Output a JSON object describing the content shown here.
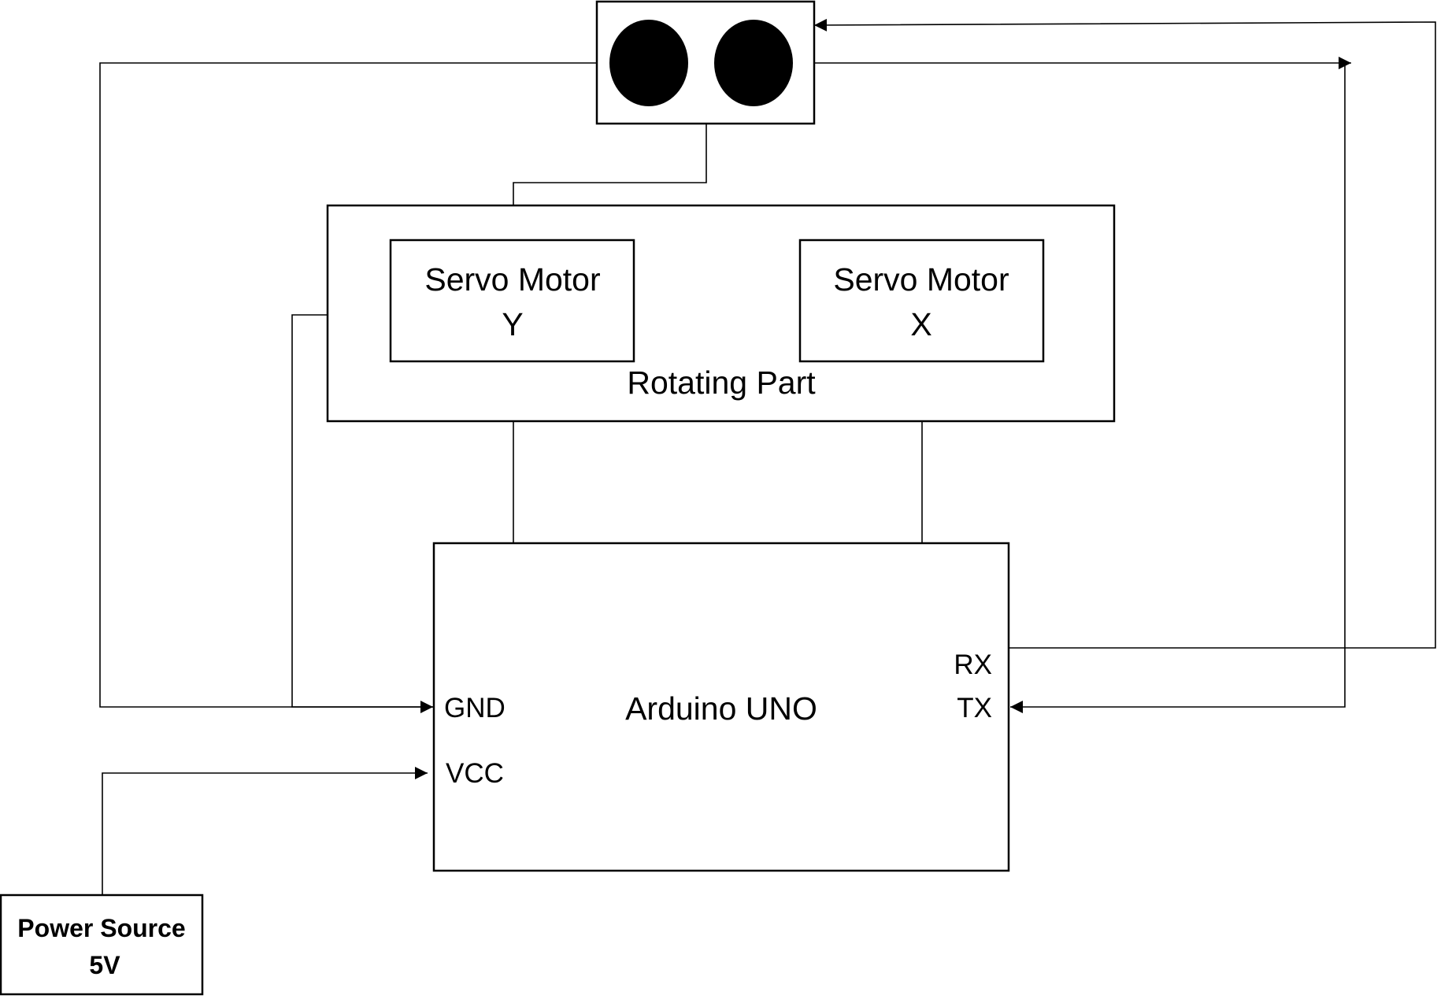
{
  "sensor": {
    "name": "ultrasonic-sensor"
  },
  "rotating_part": {
    "label": "Rotating Part"
  },
  "servo_y": {
    "line1": "Servo Motor",
    "line2": "Y"
  },
  "servo_x": {
    "line1": "Servo Motor",
    "line2": "X"
  },
  "arduino": {
    "label": "Arduino UNO",
    "pins": {
      "gnd": "GND",
      "vcc": "VCC",
      "rx": "RX",
      "tx": "TX"
    }
  },
  "power": {
    "line1": "Power Source",
    "line2": "5V"
  },
  "colors": {
    "stroke": "#000000",
    "background": "#ffffff"
  }
}
